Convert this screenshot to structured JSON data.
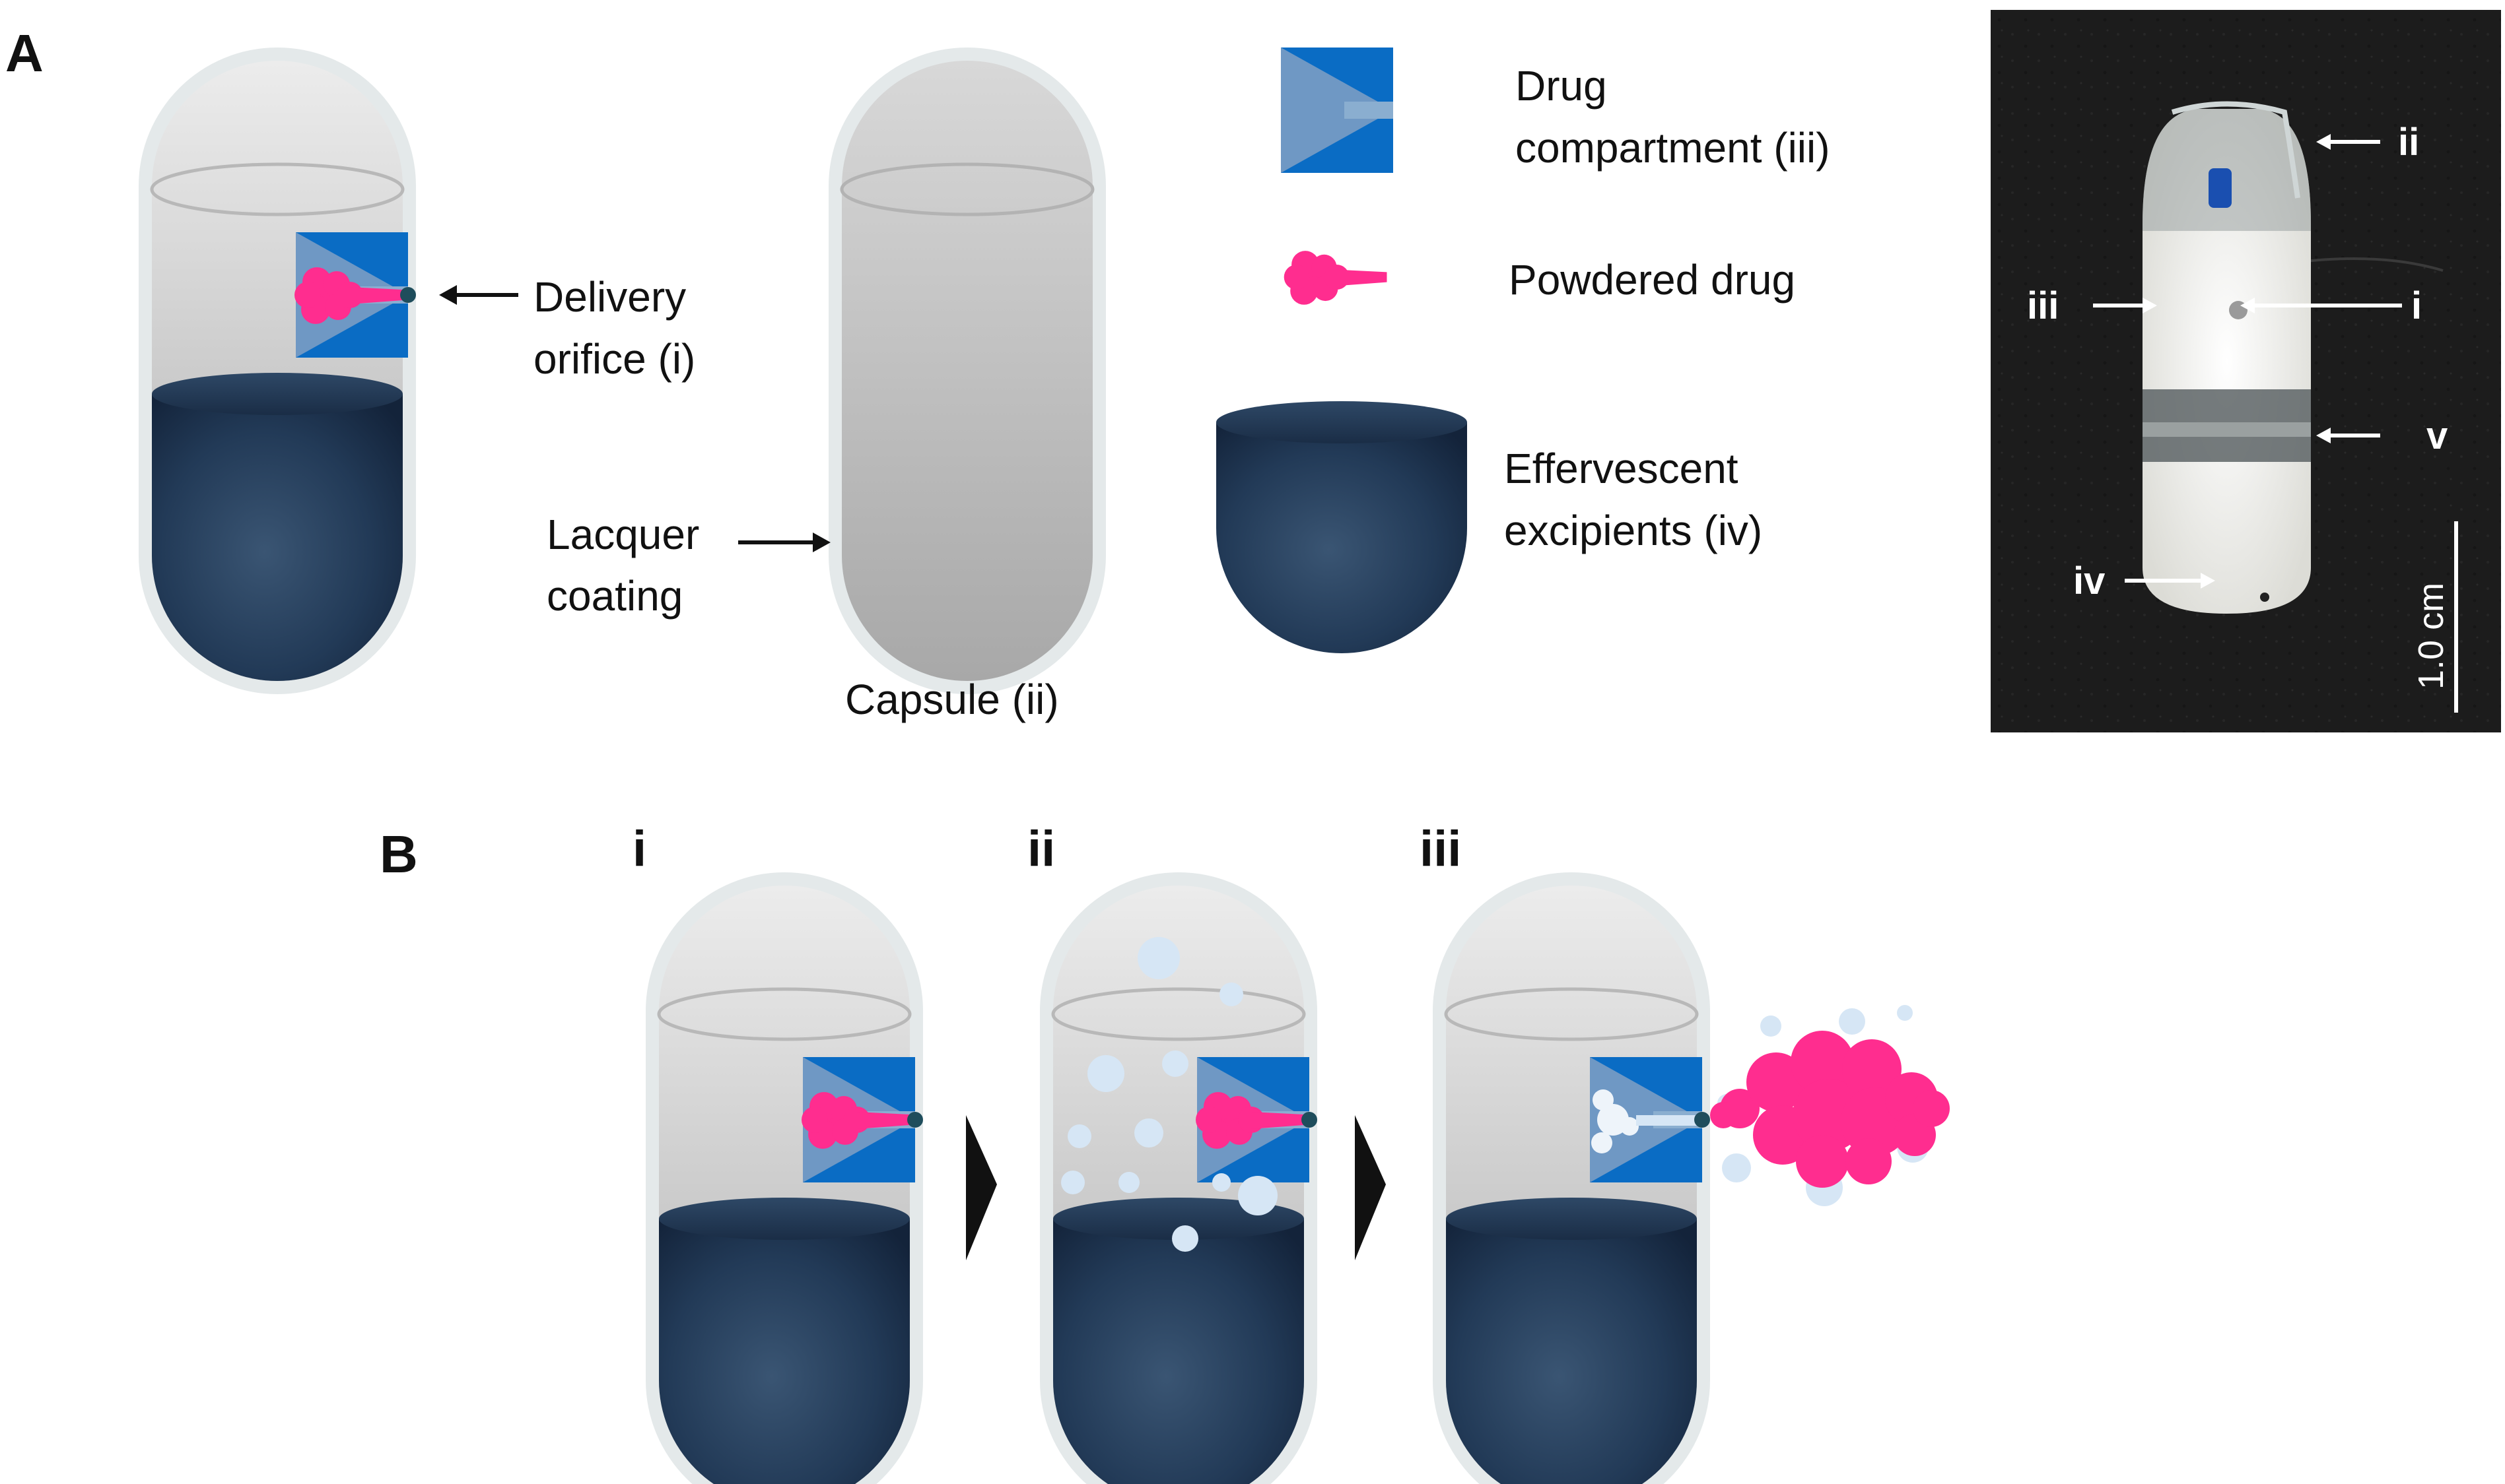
{
  "panels": {
    "a_label": "A",
    "b_label": "B"
  },
  "panel_a": {
    "delivery_orifice_line1": "Delivery",
    "delivery_orifice_line2": "orifice (i)",
    "lacquer_line1": "Lacquer",
    "lacquer_line2": "coating",
    "capsule_label": "Capsule (ii)"
  },
  "legend": {
    "drug_compartment_line1": "Drug",
    "drug_compartment_line2": "compartment (iii)",
    "powdered_drug": "Powdered drug",
    "effervescent_line1": "Effervescent",
    "effervescent_line2": "excipients (iv)"
  },
  "photo": {
    "label_ii": "ii",
    "label_iii": "iii",
    "label_i": "i",
    "label_v": "v",
    "label_iv": "iv",
    "scale_bar": "1.0 cm"
  },
  "panel_b": {
    "step_i": "i",
    "step_ii": "ii",
    "step_iii": "iii"
  },
  "colors": {
    "drug_pink": "#ff2d8f",
    "compartment_blue": "#0a6cc4",
    "compartment_light": "#6f98c4",
    "excipient_navy": "#1f3550",
    "bubble": "#d6e6f5",
    "capsule_gray": "#c4c4c4",
    "capsule_rim": "#e6ebec",
    "photo_bg": "#1b1b1b"
  }
}
